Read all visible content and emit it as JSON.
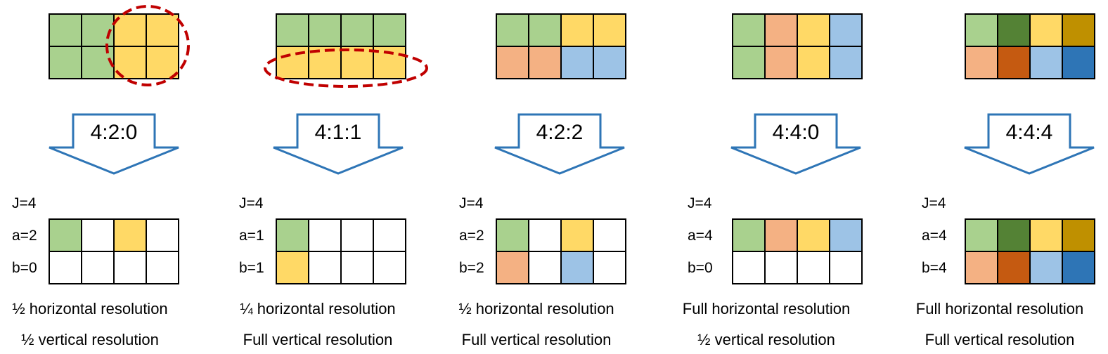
{
  "colors": {
    "green": "#a9d18e",
    "yellow": "#ffd966",
    "orange": "#f4b183",
    "blue": "#9dc3e6",
    "dark_green": "#548235",
    "dark_orange": "#c55a11",
    "dark_yellow": "#bf9000",
    "dark_blue": "#2e75b6",
    "white": "#ffffff",
    "grid_line": "#000000",
    "arrow_outline": "#2e75b6",
    "highlight_ellipse": "#c00000"
  },
  "panels": [
    {
      "scheme": "4:2:0",
      "source_grid": [
        [
          "green",
          "green",
          "yellow",
          "yellow"
        ],
        [
          "green",
          "green",
          "yellow",
          "yellow"
        ]
      ],
      "highlight": "right-half",
      "j_label": "J=4",
      "a_label": "a=2",
      "b_label": "b=0",
      "sample_grid": [
        [
          "green",
          "white",
          "yellow",
          "white"
        ],
        [
          "white",
          "white",
          "white",
          "white"
        ]
      ],
      "horizontal_resolution": "½ horizontal resolution",
      "vertical_resolution": "½ vertical resolution"
    },
    {
      "scheme": "4:1:1",
      "source_grid": [
        [
          "green",
          "green",
          "green",
          "green"
        ],
        [
          "yellow",
          "yellow",
          "yellow",
          "yellow"
        ]
      ],
      "highlight": "bottom-row",
      "j_label": "J=4",
      "a_label": "a=1",
      "b_label": "b=1",
      "sample_grid": [
        [
          "green",
          "white",
          "white",
          "white"
        ],
        [
          "yellow",
          "white",
          "white",
          "white"
        ]
      ],
      "horizontal_resolution": "¼ horizontal resolution",
      "vertical_resolution": "Full vertical resolution"
    },
    {
      "scheme": "4:2:2",
      "source_grid": [
        [
          "green",
          "green",
          "yellow",
          "yellow"
        ],
        [
          "orange",
          "orange",
          "blue",
          "blue"
        ]
      ],
      "highlight": "none",
      "j_label": "J=4",
      "a_label": "a=2",
      "b_label": "b=2",
      "sample_grid": [
        [
          "green",
          "white",
          "yellow",
          "white"
        ],
        [
          "orange",
          "white",
          "blue",
          "white"
        ]
      ],
      "horizontal_resolution": "½ horizontal resolution",
      "vertical_resolution": "Full vertical resolution"
    },
    {
      "scheme": "4:4:0",
      "source_grid": [
        [
          "green",
          "orange",
          "yellow",
          "blue"
        ],
        [
          "green",
          "orange",
          "yellow",
          "blue"
        ]
      ],
      "highlight": "none",
      "j_label": "J=4",
      "a_label": "a=4",
      "b_label": "b=0",
      "sample_grid": [
        [
          "green",
          "orange",
          "yellow",
          "blue"
        ],
        [
          "white",
          "white",
          "white",
          "white"
        ]
      ],
      "horizontal_resolution": "Full horizontal resolution",
      "vertical_resolution": "½ vertical resolution"
    },
    {
      "scheme": "4:4:4",
      "source_grid": [
        [
          "green",
          "dark_green",
          "yellow",
          "dark_yellow"
        ],
        [
          "orange",
          "dark_orange",
          "blue",
          "dark_blue"
        ]
      ],
      "highlight": "none",
      "j_label": "J=4",
      "a_label": "a=4",
      "b_label": "b=4",
      "sample_grid": [
        [
          "green",
          "dark_green",
          "yellow",
          "dark_yellow"
        ],
        [
          "orange",
          "dark_orange",
          "blue",
          "dark_blue"
        ]
      ],
      "horizontal_resolution": "Full horizontal resolution",
      "vertical_resolution": "Full vertical resolution"
    }
  ]
}
